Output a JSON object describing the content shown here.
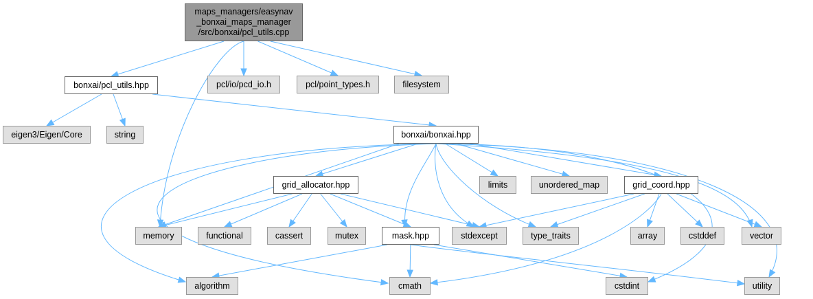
{
  "graph": {
    "type": "include-dependency-graph",
    "edge_color": "#63b8ff",
    "root_fill": "#999999",
    "file_fill": "#ffffff",
    "system_fill": "#e0e0e0",
    "nodes": {
      "root": {
        "label": "maps_managers/easynav\n_bonxai_maps_manager\n/src/bonxai/pcl_utils.cpp",
        "kind": "root"
      },
      "pcl_utils_hpp": {
        "label": "bonxai/pcl_utils.hpp",
        "kind": "file"
      },
      "pcd_io": {
        "label": "pcl/io/pcd_io.h",
        "kind": "system"
      },
      "point_types": {
        "label": "pcl/point_types.h",
        "kind": "system"
      },
      "filesystem": {
        "label": "filesystem",
        "kind": "system"
      },
      "eigen_core": {
        "label": "eigen3/Eigen/Core",
        "kind": "system"
      },
      "string": {
        "label": "string",
        "kind": "system"
      },
      "bonxai_hpp": {
        "label": "bonxai/bonxai.hpp",
        "kind": "file"
      },
      "grid_allocator": {
        "label": "grid_allocator.hpp",
        "kind": "file"
      },
      "limits": {
        "label": "limits",
        "kind": "system"
      },
      "unordered_map": {
        "label": "unordered_map",
        "kind": "system"
      },
      "grid_coord": {
        "label": "grid_coord.hpp",
        "kind": "file"
      },
      "memory": {
        "label": "memory",
        "kind": "system"
      },
      "functional": {
        "label": "functional",
        "kind": "system"
      },
      "cassert": {
        "label": "cassert",
        "kind": "system"
      },
      "mutex": {
        "label": "mutex",
        "kind": "system"
      },
      "mask_hpp": {
        "label": "mask.hpp",
        "kind": "file"
      },
      "stdexcept": {
        "label": "stdexcept",
        "kind": "system"
      },
      "type_traits": {
        "label": "type_traits",
        "kind": "system"
      },
      "array": {
        "label": "array",
        "kind": "system"
      },
      "cstddef": {
        "label": "cstddef",
        "kind": "system"
      },
      "vector": {
        "label": "vector",
        "kind": "system"
      },
      "algorithm": {
        "label": "algorithm",
        "kind": "system"
      },
      "cmath": {
        "label": "cmath",
        "kind": "system"
      },
      "cstdint": {
        "label": "cstdint",
        "kind": "system"
      },
      "utility": {
        "label": "utility",
        "kind": "system"
      }
    },
    "edges": [
      [
        "root",
        "pcl_utils_hpp"
      ],
      [
        "root",
        "memory"
      ],
      [
        "root",
        "pcd_io"
      ],
      [
        "root",
        "point_types"
      ],
      [
        "root",
        "filesystem"
      ],
      [
        "pcl_utils_hpp",
        "eigen_core"
      ],
      [
        "pcl_utils_hpp",
        "string"
      ],
      [
        "pcl_utils_hpp",
        "bonxai_hpp"
      ],
      [
        "bonxai_hpp",
        "grid_allocator"
      ],
      [
        "bonxai_hpp",
        "memory"
      ],
      [
        "bonxai_hpp",
        "algorithm"
      ],
      [
        "bonxai_hpp",
        "cmath"
      ],
      [
        "bonxai_hpp",
        "mask_hpp"
      ],
      [
        "bonxai_hpp",
        "stdexcept"
      ],
      [
        "bonxai_hpp",
        "type_traits"
      ],
      [
        "bonxai_hpp",
        "limits"
      ],
      [
        "bonxai_hpp",
        "unordered_map"
      ],
      [
        "bonxai_hpp",
        "grid_coord"
      ],
      [
        "bonxai_hpp",
        "vector"
      ],
      [
        "bonxai_hpp",
        "cstdint"
      ],
      [
        "bonxai_hpp",
        "utility"
      ],
      [
        "grid_allocator",
        "memory"
      ],
      [
        "grid_allocator",
        "functional"
      ],
      [
        "grid_allocator",
        "cassert"
      ],
      [
        "grid_allocator",
        "mutex"
      ],
      [
        "grid_allocator",
        "mask_hpp"
      ],
      [
        "grid_allocator",
        "stdexcept"
      ],
      [
        "grid_coord",
        "stdexcept"
      ],
      [
        "grid_coord",
        "type_traits"
      ],
      [
        "grid_coord",
        "array"
      ],
      [
        "grid_coord",
        "cstddef"
      ],
      [
        "grid_coord",
        "vector"
      ],
      [
        "grid_coord",
        "cmath"
      ],
      [
        "mask_hpp",
        "algorithm"
      ],
      [
        "mask_hpp",
        "cmath"
      ],
      [
        "mask_hpp",
        "cstdint"
      ],
      [
        "mask_hpp",
        "utility"
      ]
    ]
  }
}
